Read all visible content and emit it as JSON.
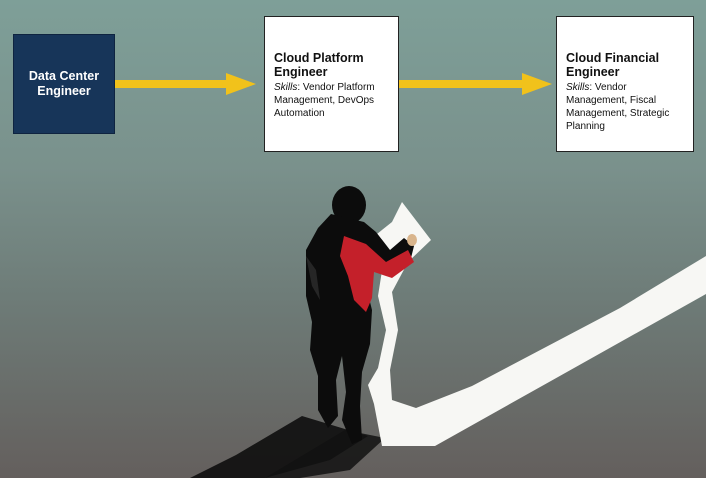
{
  "nodes": [
    {
      "title": "Data Center Engineer"
    },
    {
      "title": "Cloud Platform Engineer",
      "skills_label": "Skills",
      "skills": ": Vendor Platform Management, DevOps Automation"
    },
    {
      "title": "Cloud Financial Engineer",
      "skills_label": "Skills",
      "skills": ": Vendor Management, Fiscal Management, Strategic Planning"
    }
  ],
  "colors": {
    "dark_box": "#173559",
    "arrow": "#f1c21b",
    "jacket": "#c4202a"
  }
}
